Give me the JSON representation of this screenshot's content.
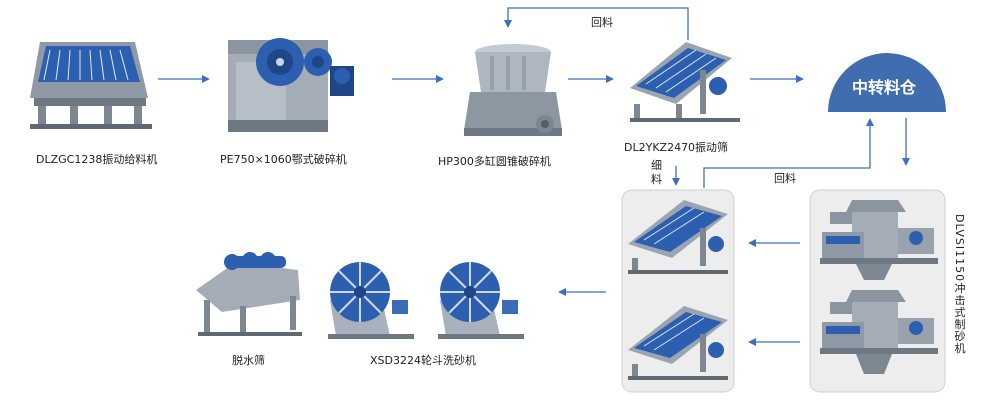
{
  "equipment": {
    "vibrating_feeder": "DLZGC1238振动给料机",
    "jaw_crusher": "PE750×1060鄂式破碎机",
    "cone_crusher": "HP300多缸圆锥破碎机",
    "vibrating_screen": "DL2YKZ2470振动筛",
    "impact_crusher": "DLVSI1150冲击式制砂机",
    "sand_washer": "XSD3224轮斗洗砂机",
    "dewatering_screen": "脱水筛"
  },
  "silo": {
    "label": "中转料仓"
  },
  "flow_labels": {
    "return_top": "回料",
    "return_right": "回料",
    "fine_1": "细",
    "fine_2": "料"
  },
  "colors": {
    "arrow": "#3d6fc4",
    "silo_fill": "#3f6db0",
    "panel_bg": "#ededed",
    "machine_blue": "#2c5aa8",
    "machine_grey": "#9aa3ad"
  }
}
